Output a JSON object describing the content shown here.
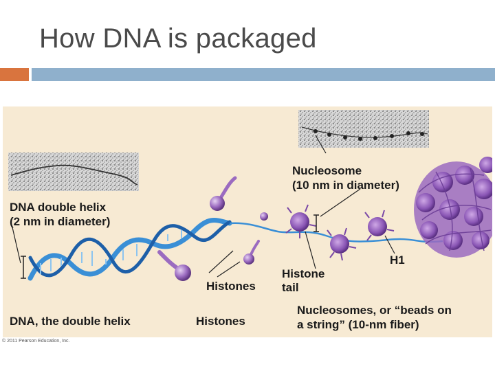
{
  "slide": {
    "title": "How DNA is packaged"
  },
  "figure": {
    "labels": {
      "nucleosome_line1": "Nucleosome",
      "nucleosome_line2": "(10 nm in diameter)",
      "dna_line1": "DNA double helix",
      "dna_line2": "(2 nm in diameter)",
      "histones": "Histones",
      "histone_tail_line1": "Histone",
      "histone_tail_line2": "tail",
      "h1": "H1",
      "caption_dna": "DNA, the double helix",
      "caption_histones": "Histones",
      "caption_beads_line1": "Nucleosomes, or “beads on",
      "caption_beads_line2": "a string” (10-nm fiber)"
    },
    "copyright": "© 2011 Pearson Education, Inc."
  },
  "colors": {
    "title": "#4a4a4a",
    "accent_orange": "#d9743e",
    "accent_blue": "#8fb0cc",
    "figure_bg": "#f7ead3",
    "dna_blue": "#3a8fd6",
    "histone_purple": "#9b6bc0"
  }
}
